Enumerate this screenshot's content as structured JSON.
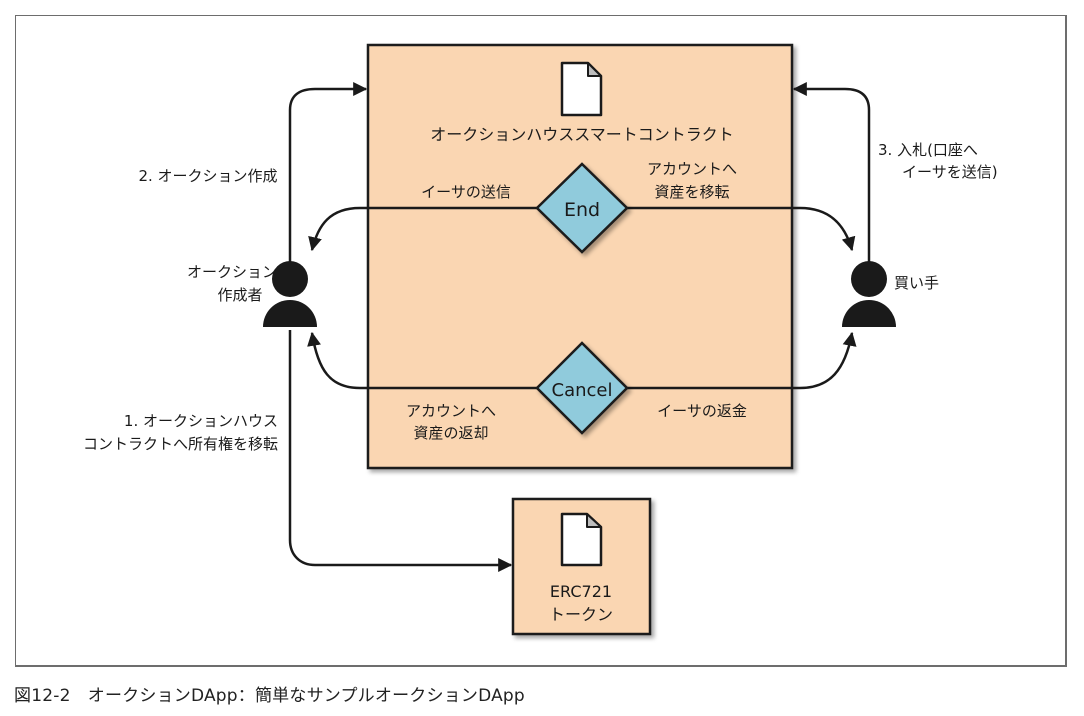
{
  "diagram": {
    "contract_box": {
      "title": "オークションハウススマートコントラクト",
      "fill": "#fad6b2"
    },
    "token_box": {
      "line1": "ERC721",
      "line2": "トークン",
      "fill": "#fad6b2"
    },
    "decisions": {
      "end": {
        "label": "End",
        "fill": "#90cbdc"
      },
      "cancel": {
        "label": "Cancel",
        "fill": "#90cbdc"
      }
    },
    "actors": {
      "creator": {
        "line1": "オークション",
        "line2": "作成者"
      },
      "buyer": {
        "label": "買い手"
      }
    },
    "edges": {
      "create_auction": "2. オークション作成",
      "bid": {
        "line1": "3. 入札(口座へ",
        "line2": "イーサを送信)"
      },
      "transfer_ownership": {
        "line1": "1. オークションハウス",
        "line2": "コントラクトへ所有権を移転"
      },
      "end_send_ether": "イーサの送信",
      "end_transfer_asset": {
        "line1": "アカウントへ",
        "line2": "資産を移転"
      },
      "cancel_return_asset": {
        "line1": "アカウントへ",
        "line2": "資産の返却"
      },
      "cancel_refund_ether": "イーサの返金"
    },
    "colors": {
      "line": "#1a1a1a",
      "doc_fold": "#bdbdbd"
    }
  },
  "caption": "図12-2　オークションDApp：簡単なサンプルオークションDApp"
}
